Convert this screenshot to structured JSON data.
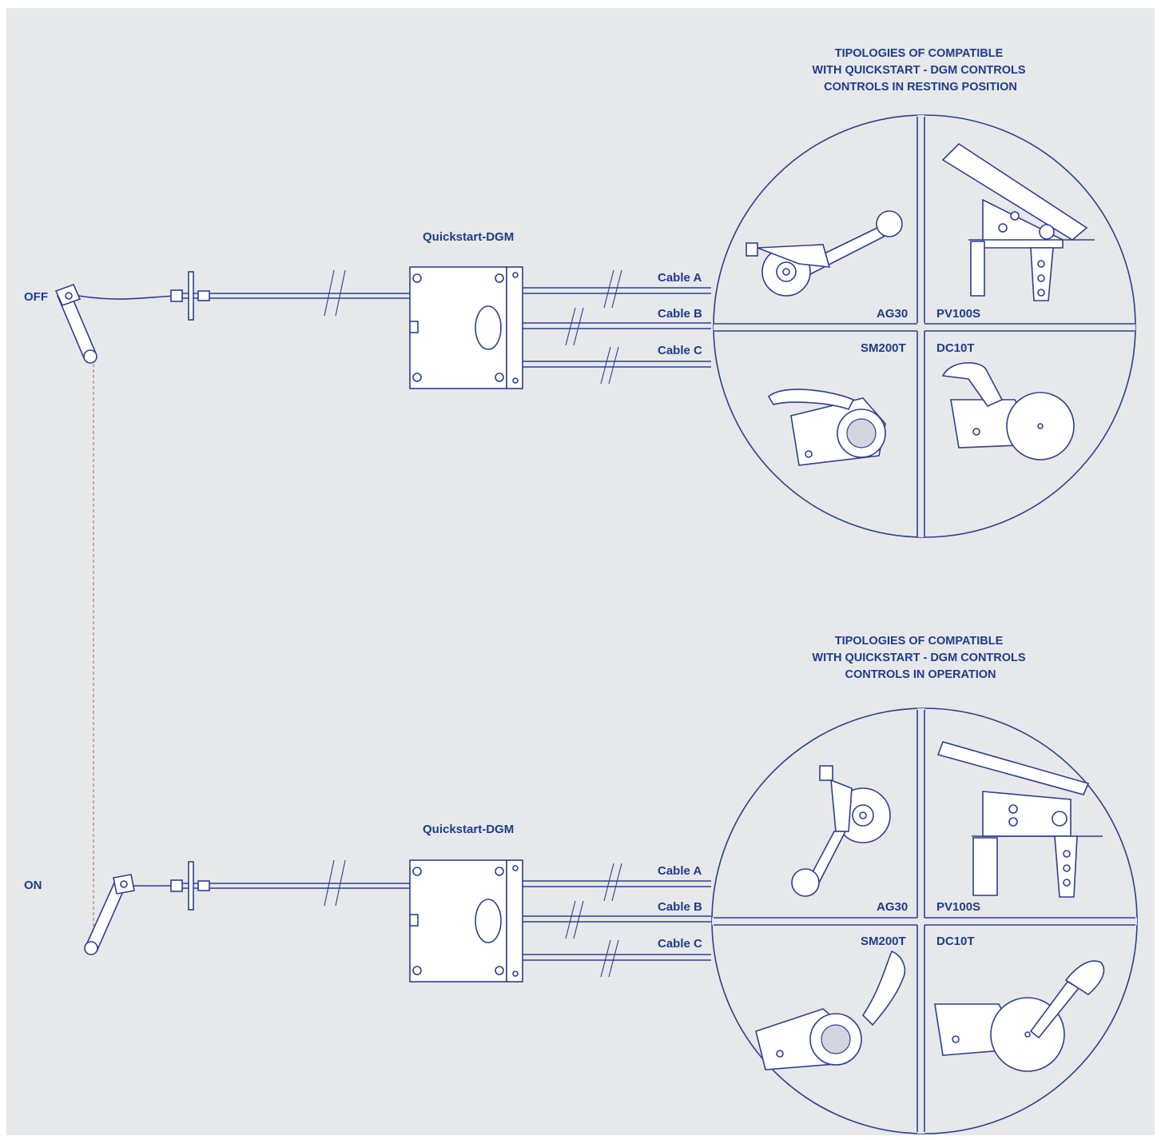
{
  "colors": {
    "background": "#e7e8ea",
    "line": "#2e3f8f",
    "text": "#1f3c8c"
  },
  "off_label": "OFF",
  "on_label": "ON",
  "top": {
    "device_label": "Quickstart-DGM",
    "cables": [
      "Cable A",
      "Cable B",
      "Cable C"
    ],
    "header": [
      "TIPOLOGIES OF COMPATIBLE",
      "WITH QUICKSTART - DGM CONTROLS",
      "CONTROLS IN RESTING POSITION"
    ],
    "quadrants": {
      "tl": "AG30",
      "tr": "PV100S",
      "bl": "SM200T",
      "br": "DC10T"
    }
  },
  "bottom": {
    "device_label": "Quickstart-DGM",
    "cables": [
      "Cable A",
      "Cable B",
      "Cable C"
    ],
    "header": [
      "TIPOLOGIES OF COMPATIBLE",
      "WITH QUICKSTART - DGM CONTROLS",
      "CONTROLS IN OPERATION"
    ],
    "quadrants": {
      "tl": "AG30",
      "tr": "PV100S",
      "bl": "SM200T",
      "br": "DC10T"
    }
  }
}
